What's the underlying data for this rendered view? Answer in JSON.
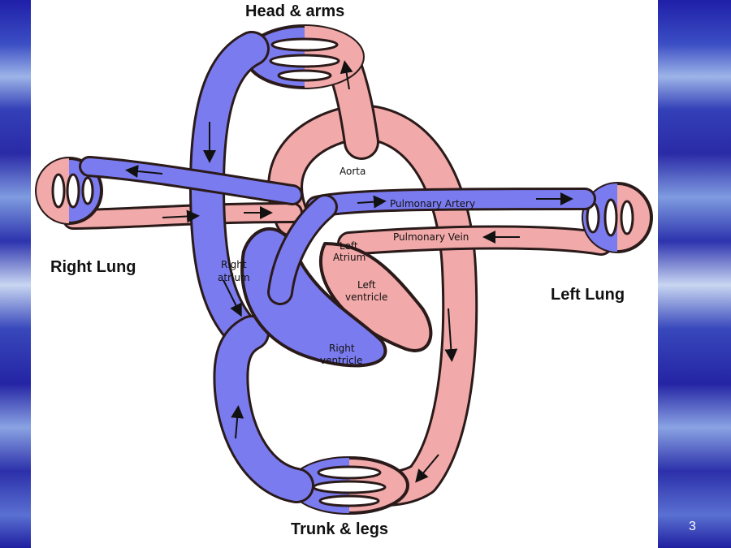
{
  "labels": {
    "head_arms": "Head & arms",
    "right_lung": "Right Lung",
    "left_lung": "Left Lung",
    "trunk_legs": "Trunk & legs",
    "aorta": "Aorta",
    "pulmonary_artery": "Pulmonary Artery",
    "pulmonary_vein": "Pulmonary Vein",
    "left_atrium_1": "Left",
    "left_atrium_2": "Atrium",
    "left_ventricle_1": "Left",
    "left_ventricle_2": "ventricle",
    "right_atrium_1": "Right",
    "right_atrium_2": "atrium",
    "right_ventricle_1": "Right",
    "right_ventricle_2": "ventricle"
  },
  "slide_number": "3",
  "colors": {
    "deoxygenated": "#7b7bf0",
    "oxygenated": "#f2a9a9",
    "outline": "#2a1a1a",
    "background_band": "#2b2fa8"
  }
}
